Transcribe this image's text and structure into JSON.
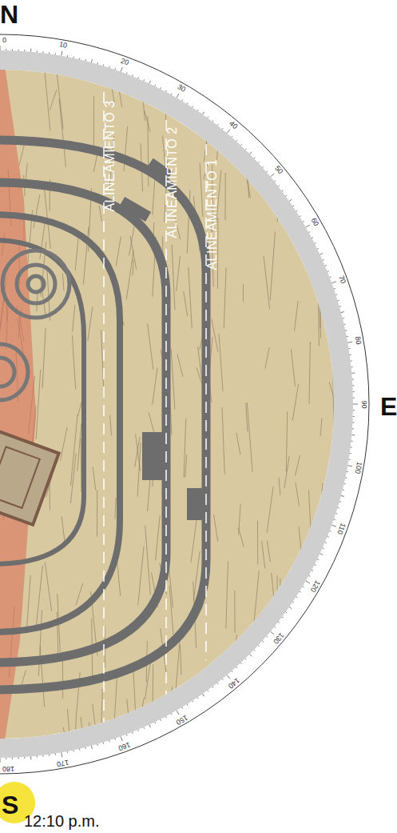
{
  "diagram": {
    "labels": [
      "N",
      "E",
      "S",
      "12:10 p.m.",
      "0",
      "10",
      "20",
      "30",
      "40",
      "50",
      "60",
      "70",
      "80",
      "90",
      "100",
      "110",
      "120",
      "130",
      "140",
      "150",
      "160",
      "170",
      "180",
      "ALINEAMIENTO 3",
      "ALINEAMIENTO 2",
      "ALINEAMIENTO 1"
    ]
  }
}
